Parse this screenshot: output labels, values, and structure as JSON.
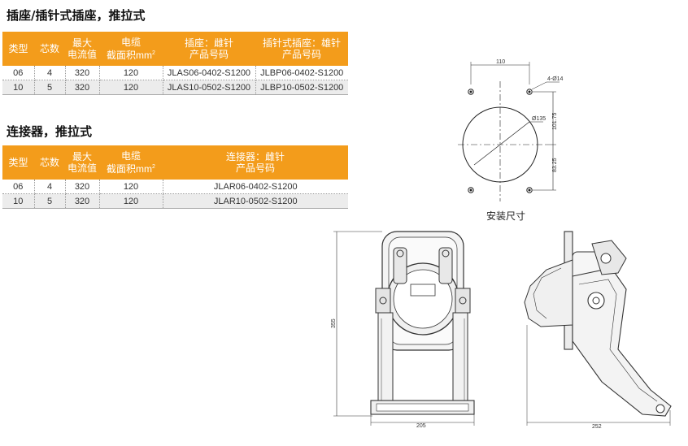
{
  "section1": {
    "title": "插座/插针式插座，推拉式",
    "headers": {
      "type": "类型",
      "cores": "芯数",
      "max_current": [
        "最大",
        "电流值"
      ],
      "cable": [
        "电缆",
        "截面积mm",
        "2"
      ],
      "socket": [
        "插座：雌针",
        "产品号码"
      ],
      "pin_socket": [
        "插针式插座：雄针",
        "产品号码"
      ]
    },
    "rows": [
      {
        "type": "06",
        "cores": "4",
        "current": "320",
        "cable": "120",
        "socket": "JLAS06-0402-S1200",
        "pin_socket": "JLBP06-0402-S1200"
      },
      {
        "type": "10",
        "cores": "5",
        "current": "320",
        "cable": "120",
        "socket": "JLAS10-0502-S1200",
        "pin_socket": "JLBP10-0502-S1200"
      }
    ]
  },
  "section2": {
    "title": "连接器，推拉式",
    "headers": {
      "type": "类型",
      "cores": "芯数",
      "max_current": [
        "最大",
        "电流值"
      ],
      "cable": [
        "电缆",
        "截面积mm",
        "2"
      ],
      "connector": [
        "连接器：雌针",
        "产品号码"
      ]
    },
    "rows": [
      {
        "type": "06",
        "cores": "4",
        "current": "320",
        "cable": "120",
        "connector": "JLAR06-0402-S1200"
      },
      {
        "type": "10",
        "cores": "5",
        "current": "320",
        "cable": "120",
        "connector": "JLAR10-0502-S1200"
      }
    ]
  },
  "mounting": {
    "caption": "安装尺寸",
    "dim_width": "110",
    "dim_holes": "4-Ø14",
    "dim_diameter": "Ø135",
    "dim_upper": "101.75",
    "dim_lower": "83.25"
  },
  "drawings": {
    "front_height": "355",
    "front_width": "205",
    "side_width": "252"
  }
}
